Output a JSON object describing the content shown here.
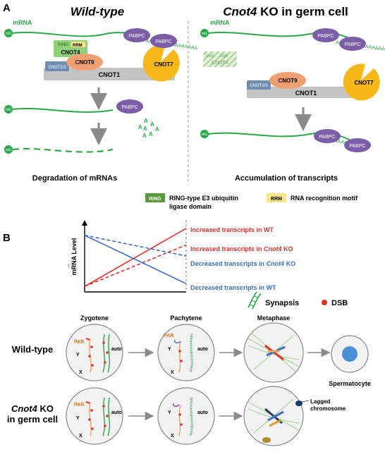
{
  "panel_a": {
    "letter": "A",
    "wt_title": "Wild-type",
    "ko_title_italic": "Cnot4",
    "ko_title_rest": " KO in germ cell",
    "mrna": "mRNA",
    "cap": "m7G",
    "cap_sup": "7",
    "cap_base": "mG",
    "poly_a": "AAAAAAAAAAAAAAAA",
    "pabpc": "PABPC",
    "ring": "RING",
    "rrm": "RRM",
    "cnot4": "CNOT4",
    "cnot9": "CNOT9",
    "cnot7": "CNOT7",
    "cnot23": "CNOT2/3",
    "cnot1": "CNOT1",
    "released_a": "A",
    "degradation": "Degradation of mRNAs",
    "accumulation": "Accumulation of transcripts",
    "legend_ring": "RING",
    "legend_ring_text_1": "RING-type E3 ubiquitin",
    "legend_ring_text_2": "ligase domain",
    "legend_rrm": "RRM",
    "legend_rrm_text": "RNA recognition motif"
  },
  "panel_b": {
    "letter": "B",
    "ylabel": "mRNA Level",
    "y_tick": "I",
    "line_labels": {
      "inc_wt": "Increased transcripts in WT",
      "inc_ko_pre": "Increased transcripts in ",
      "inc_ko_italic": "Cnot4",
      "inc_ko_post": " KO",
      "dec_ko_pre": "Decreased transcripts in ",
      "dec_ko_italic": "Cnot4",
      "dec_ko_post": " KO",
      "dec_wt": "Decreased transcripts in WT"
    },
    "legend_synapsis": "Synapsis",
    "legend_dsb": "DSB",
    "stages": [
      "Zygotene",
      "Pachytene",
      "Metaphase"
    ],
    "row_wt": "Wild-type",
    "row_ko_italic": "Cnot4",
    "row_ko_rest": " KO",
    "row_ko_line2": "in germ cell",
    "par": "PAR",
    "auto": "auto",
    "x": "X",
    "y": "Y",
    "spermatocyte": "Spermatocyte",
    "lagged_1": "Lagged",
    "lagged_2": "chromosome"
  },
  "colors": {
    "green": "#2aa84a",
    "purple": "#7b5ea7",
    "orange": "#f0a070",
    "yellow": "#f6b81a",
    "grey": "#bdbdbd",
    "red": "#e0312a",
    "blue": "#3b6fc4"
  },
  "chart_data": {
    "type": "line",
    "title": "",
    "xlabel": "",
    "ylabel": "mRNA Level",
    "series": [
      {
        "name": "Increased transcripts in WT",
        "style": "solid",
        "color": "#e0312a",
        "values": [
          0.08,
          0.92
        ]
      },
      {
        "name": "Increased transcripts in Cnot4 KO",
        "style": "dashed",
        "color": "#e0312a",
        "values": [
          0.08,
          0.68
        ]
      },
      {
        "name": "Decreased transcripts in Cnot4 KO",
        "style": "dashed",
        "color": "#3b6fc4",
        "values": [
          0.82,
          0.52
        ]
      },
      {
        "name": "Decreased transcripts in WT",
        "style": "solid",
        "color": "#3b6fc4",
        "values": [
          0.82,
          0.12
        ]
      }
    ]
  }
}
